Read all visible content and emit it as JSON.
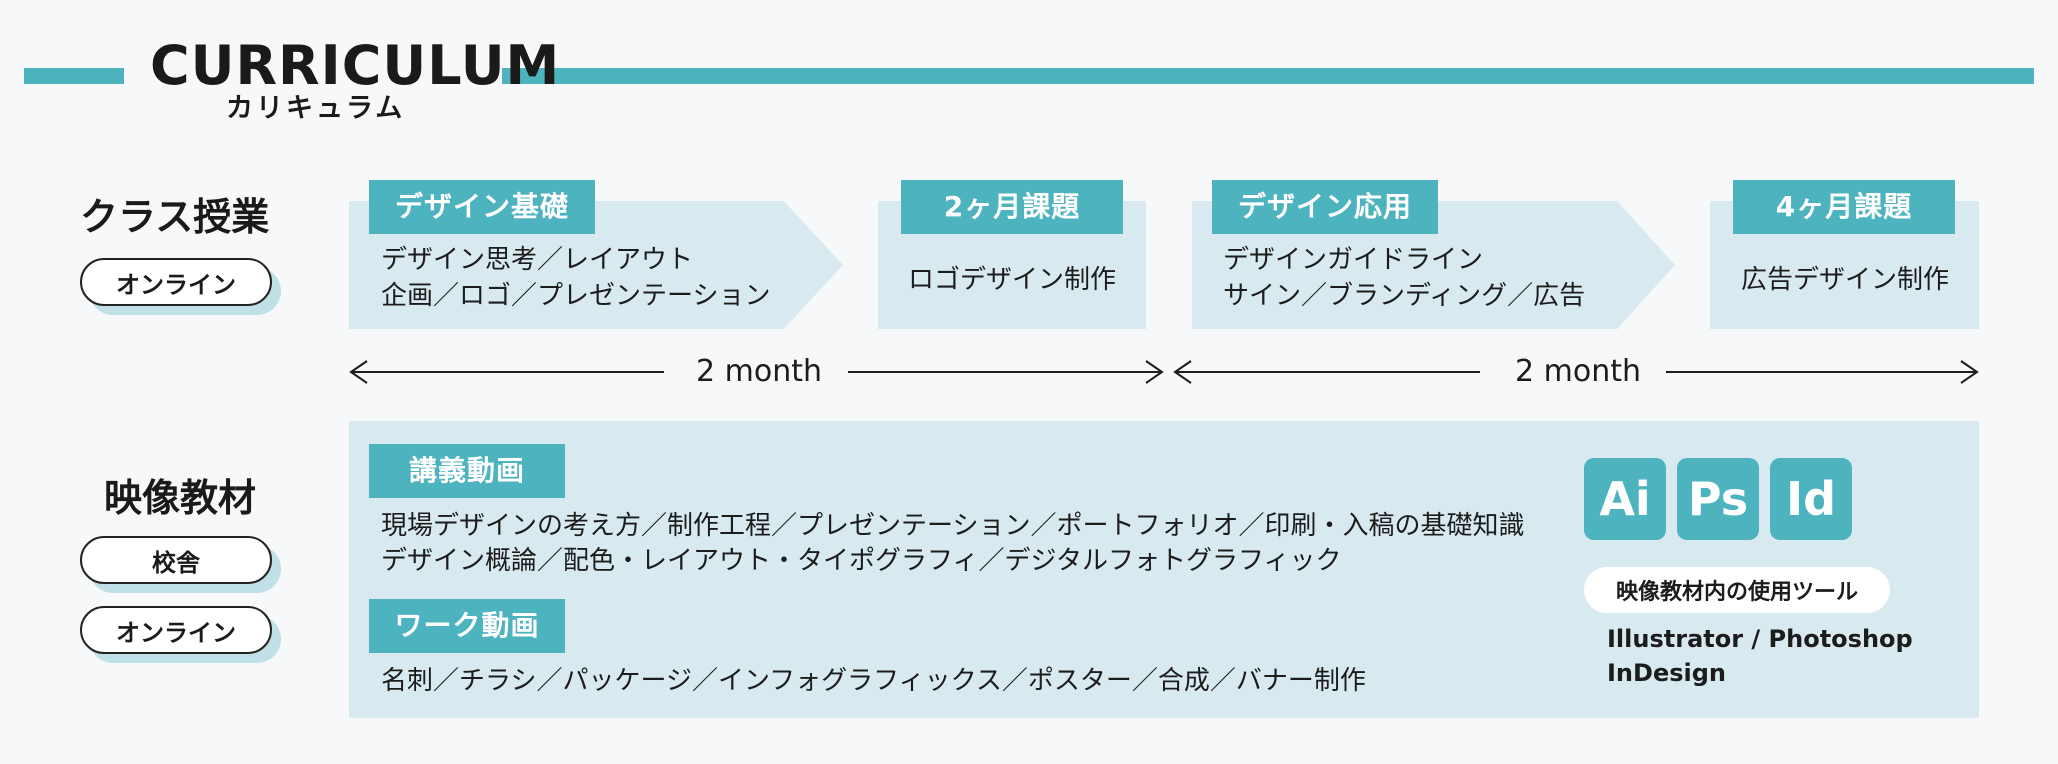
{
  "header": {
    "title": "CURRICULUM",
    "subtitle": "カリキュラム"
  },
  "rows": {
    "class": {
      "label": "クラス授業",
      "pills": [
        "オンライン"
      ]
    },
    "video": {
      "label": "映像教材",
      "pills": [
        "校舎",
        "オンライン"
      ]
    }
  },
  "class_steps": [
    {
      "tag": "デザイン基礎",
      "lines": [
        "デザイン思考／レイアウト",
        "企画／ロゴ／プレゼンテーション"
      ]
    },
    {
      "tag": "2ヶ月課題",
      "lines": [
        "ロゴデザイン制作"
      ]
    },
    {
      "tag": "デザイン応用",
      "lines": [
        "デザインガイドライン",
        "サイン／ブランディング／広告"
      ]
    },
    {
      "tag": "4ヶ月課題",
      "lines": [
        "広告デザイン制作"
      ]
    }
  ],
  "timeline": [
    {
      "label": "2 month"
    },
    {
      "label": "2 month"
    }
  ],
  "video": {
    "lecture": {
      "tag": "講義動画",
      "lines": [
        "現場デザインの考え方／制作工程／プレゼンテーション／ポートフォリオ／印刷・入稿の基礎知識",
        "デザイン概論／配色・レイアウト・タイポグラフィ／デジタルフォトグラフィック"
      ]
    },
    "work": {
      "tag": "ワーク動画",
      "lines": [
        "名刺／チラシ／パッケージ／インフォグラフィックス／ポスター／合成／バナー制作"
      ]
    },
    "tools": {
      "icons": [
        {
          "label": "Ai",
          "icon": "illustrator-icon"
        },
        {
          "label": "Ps",
          "icon": "photoshop-icon"
        },
        {
          "label": "Id",
          "icon": "indesign-icon"
        }
      ],
      "caption": "映像教材内の使用ツール",
      "lines": [
        "Illustrator / Photoshop",
        "InDesign"
      ]
    }
  },
  "colors": {
    "accent": "#4cb3bf",
    "panel": "#d8eaf0",
    "pill_shadow": "#bfe0e6",
    "background": "#f7f8f9"
  }
}
